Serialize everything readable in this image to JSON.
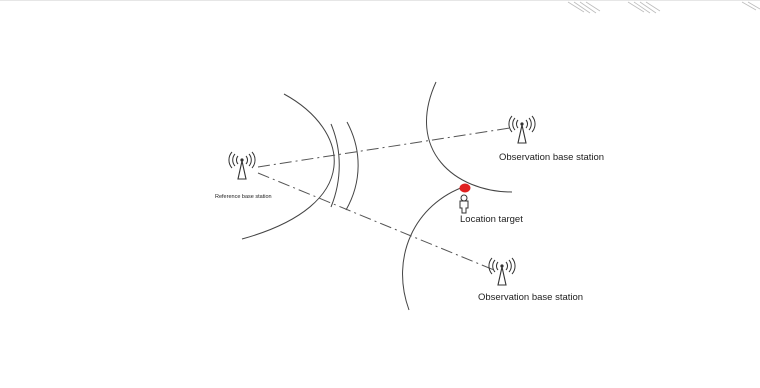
{
  "diagram": {
    "reference_station_label": "Reference base station",
    "observation_station_1_label": "Observation base station",
    "observation_station_2_label": "Observation base station",
    "location_target_label": "Location target",
    "target_marker_color": "#e02020",
    "line_color": "#444444",
    "icons": [
      "antenna-tower-icon",
      "person-icon"
    ]
  }
}
